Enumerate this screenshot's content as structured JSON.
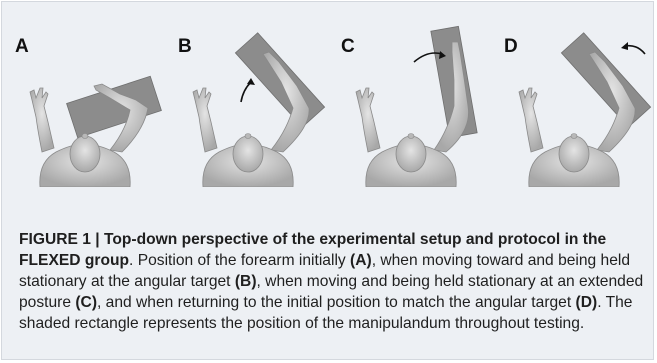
{
  "panels": [
    {
      "letter": "A"
    },
    {
      "letter": "B"
    },
    {
      "letter": "C"
    },
    {
      "letter": "D"
    }
  ],
  "caption": {
    "label": "FIGURE 1 | ",
    "title": "Top-down perspective of the experimental setup and protocol in the FLEXED group",
    "s1": ". Position of the forearm initially ",
    "ref_a": "(A)",
    "s2": ", when moving toward and being held stationary at the angular target ",
    "ref_b": "(B)",
    "s3": ", when moving and being held stationary at an extended posture ",
    "ref_c": "(C)",
    "s4": ", and when returning to the initial position to match the angular target ",
    "ref_d": "(D)",
    "s5": ". The shaded rectangle represents the position of the manipulandum throughout testing."
  },
  "colors": {
    "background": "#edf0f4",
    "figure_body": "#c9c9c9",
    "manipulandum": "#8c8c8c"
  }
}
